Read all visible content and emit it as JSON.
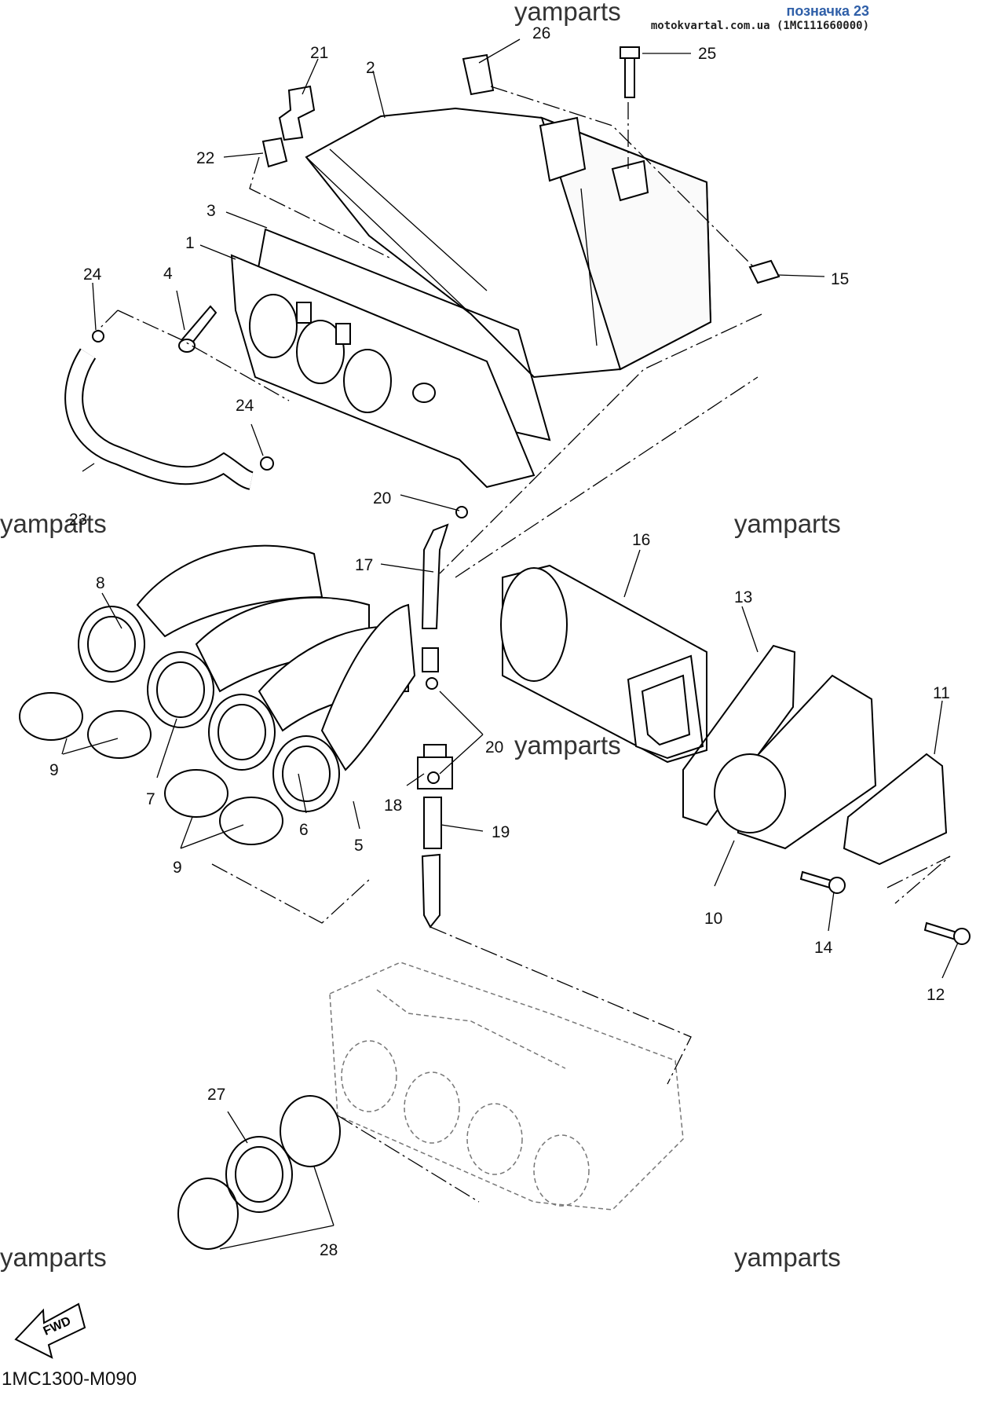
{
  "header": {
    "ref_label": "позначка 23",
    "source_line": "motokvartal.com.ua (1MC111660000)"
  },
  "watermark": "yamparts",
  "fwd_label": "FWD",
  "drawing_code": "1MC1300-M090",
  "callouts": {
    "c1": "1",
    "c2": "2",
    "c3": "3",
    "c4": "4",
    "c5": "5",
    "c6": "6",
    "c7": "7",
    "c8": "8",
    "c9a": "9",
    "c9b": "9",
    "c10": "10",
    "c11": "11",
    "c12": "12",
    "c13": "13",
    "c14": "14",
    "c15": "15",
    "c16": "16",
    "c17": "17",
    "c18": "18",
    "c19": "19",
    "c20a": "20",
    "c20b": "20",
    "c21": "21",
    "c22": "22",
    "c23": "23",
    "c24a": "24",
    "c24b": "24",
    "c25": "25",
    "c26": "26",
    "c27": "27",
    "c28": "28"
  }
}
